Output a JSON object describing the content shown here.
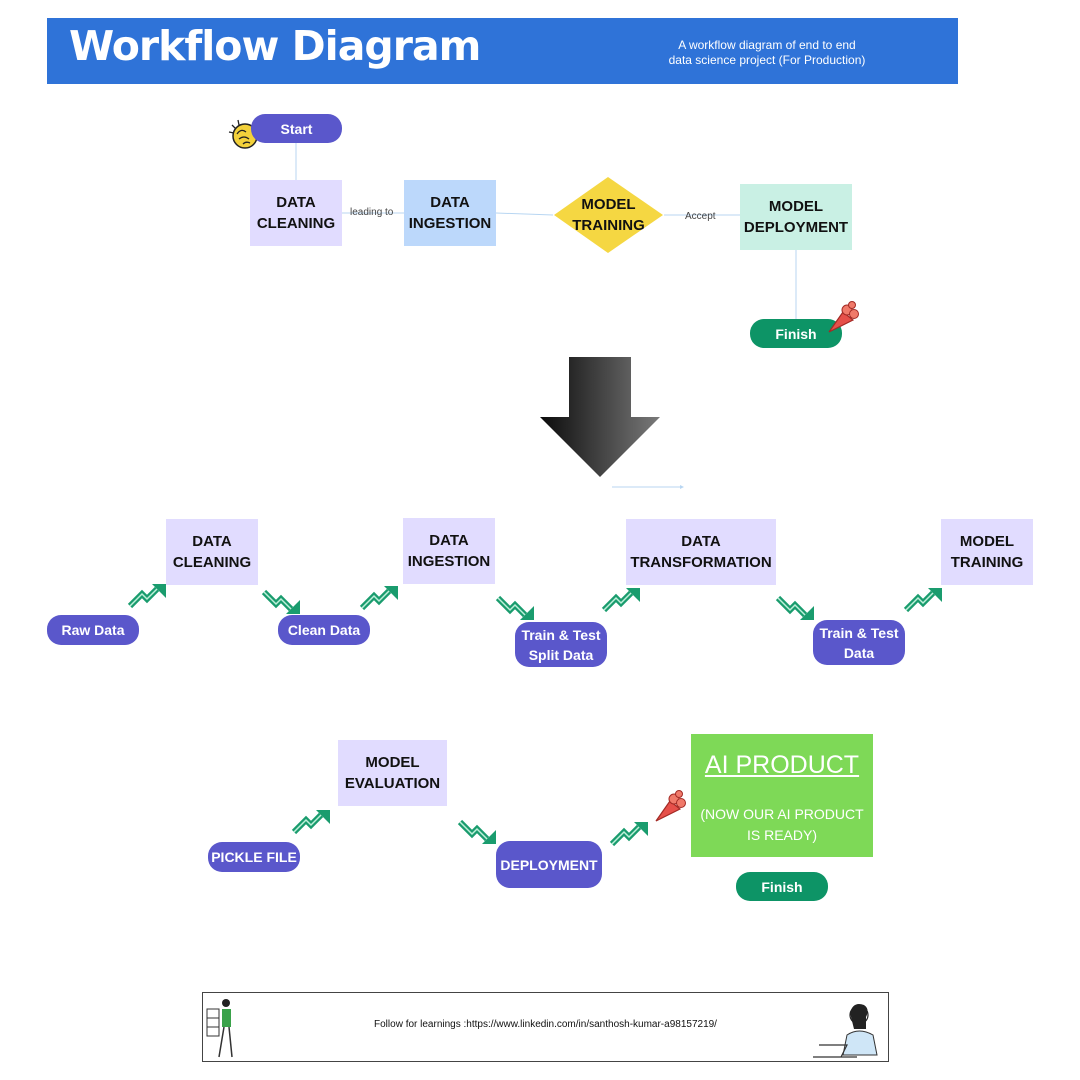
{
  "header": {
    "title": "Workflow Diagram",
    "subtitle": "A workflow diagram of end to end\ndata science project (For Production)"
  },
  "top_flow": {
    "start": "Start",
    "data_cleaning": "DATA\nCLEANING",
    "edge_leading_to": "leading to",
    "data_ingestion": "DATA\nINGESTION",
    "model_training": "MODEL\nTRAINING",
    "edge_accept": "Accept",
    "model_deployment": "MODEL\nDEPLOYMENT",
    "finish": "Finish"
  },
  "pipeline": {
    "data_cleaning": "DATA\nCLEANING",
    "data_ingestion": "DATA\nINGESTION",
    "data_transformation": "DATA\nTRANSFORMATION",
    "model_training": "MODEL\nTRAINING",
    "raw_data": "Raw Data",
    "clean_data": "Clean Data",
    "train_test_split": "Train & Test\nSplit Data",
    "train_test_data": "Train & Test\nData"
  },
  "final_flow": {
    "model_evaluation": "MODEL\nEVALUATION",
    "pickle_file": "PICKLE FILE",
    "deployment": "DEPLOYMENT",
    "ai_product_title": "AI PRODUCT",
    "ai_product_note": "(NOW OUR AI PRODUCT\nIS READY)",
    "finish": "Finish"
  },
  "footer": {
    "text": "Follow for learnings :https://www.linkedin.com/in/santhosh-kumar-a98157219/"
  },
  "colors": {
    "header": "#2f73d8",
    "pill": "#5a57cb",
    "finish": "#0d9466",
    "lavender_box": "#e1dcff",
    "blue_box": "#bcd8fb",
    "mint_box": "#c9f0e4",
    "diamond": "#f5d742",
    "ai_product": "#7ed957",
    "arrow_green": "#1a9c6e"
  },
  "icons": [
    "hand-icon",
    "bouquet-icon",
    "zigzag-arrow-icon",
    "big-down-arrow-icon",
    "person-carrying-boxes-illustration",
    "person-laptop-illustration"
  ]
}
